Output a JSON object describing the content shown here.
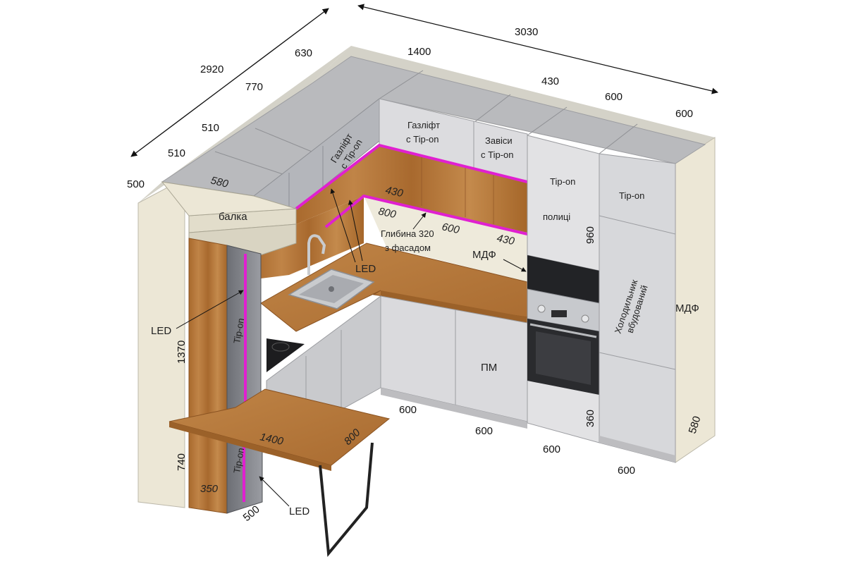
{
  "dimensions": {
    "overall_right": "3030",
    "overall_left": "2920",
    "top_630": "630",
    "top_1400": "1400",
    "top_430": "430",
    "top_600a": "600",
    "top_600b": "600",
    "left_770": "770",
    "left_510a": "510",
    "left_510b": "510",
    "left_500": "500",
    "beam_580": "580",
    "counter_430": "430",
    "counter_800": "800",
    "counter_600": "600",
    "counter_430b": "430",
    "oven_960": "960",
    "base_360": "360",
    "height_1370": "1370",
    "height_740": "740",
    "bar_1400": "1400",
    "bar_800": "800",
    "col_350": "350",
    "col_500": "500",
    "bottom_600a": "600",
    "bottom_600b": "600",
    "bottom_600c": "600",
    "bottom_600d": "600",
    "right_580": "580"
  },
  "labels": {
    "beam": "балка",
    "gaslift_corner_l1": "Газліфт",
    "gaslift_corner_l2": "с Tip-on",
    "gaslift_top_l1": "Газліфт",
    "gaslift_top_l2": "с Tip-on",
    "hinges_l1": "Завіси",
    "hinges_l2": "с Tip-on",
    "tipon_tall": "Tip-on",
    "tipon_fridge": "Tip-on",
    "shelves": "полиці",
    "depth_l1": "Глибина 320",
    "depth_l2": "з фасадом",
    "mdf_center": "МДФ",
    "mdf_right": "МДФ",
    "led_top": "LED",
    "led_left": "LED",
    "led_bottom": "LED",
    "tipon_column": "Tip-on",
    "tipon_column_low": "Tip-on",
    "dishwasher": "ПМ",
    "fridge_l1": "Холодильник",
    "fridge_l2": "вбудований"
  },
  "colors": {
    "led": "#e020d0",
    "wood": "#b5793d",
    "cabinet": "#d8d8da",
    "cream": "#ece7d6"
  }
}
